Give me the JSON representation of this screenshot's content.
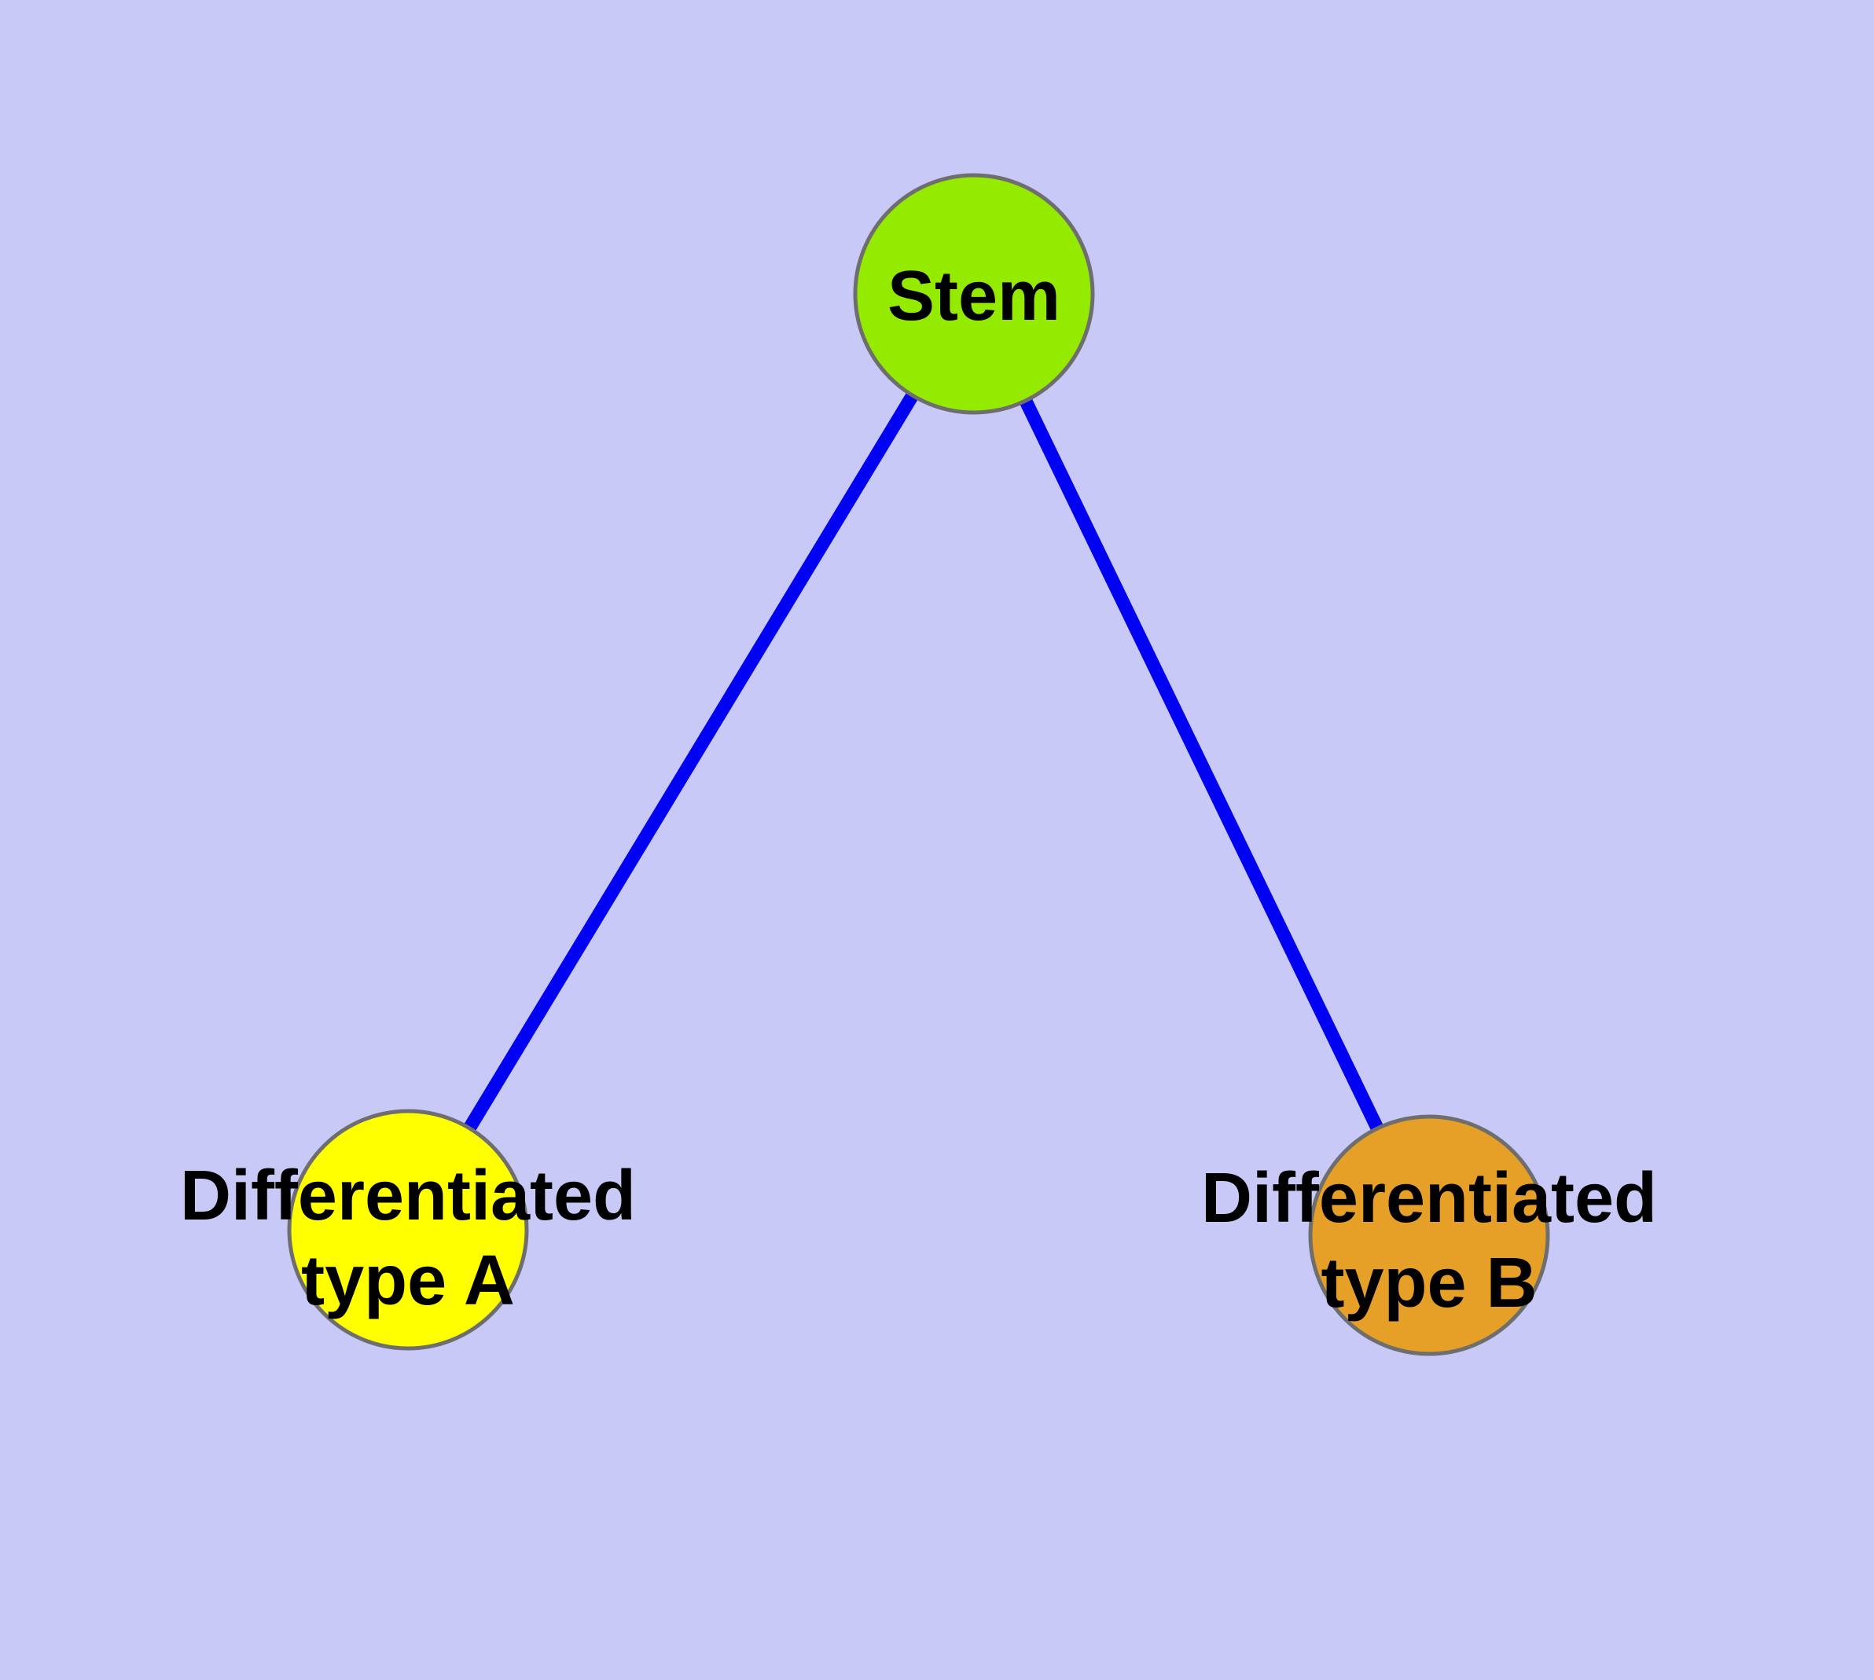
{
  "diagram": {
    "background_color": "#C9C9F7",
    "edge_color": "#0202F2",
    "node_border_color": "#6E6E6E",
    "label_color": "#000000",
    "nodes": {
      "stem": {
        "label": "Stem",
        "color": "#94EB00"
      },
      "type_a": {
        "label": "Differentiated type A",
        "line1": "Differentiated",
        "line2": "type A",
        "color": "#FFFF00"
      },
      "type_b": {
        "label": "Differentiated type B",
        "line1": "Differentiated",
        "line2": "type B",
        "color": "#E6A028"
      }
    },
    "edges": [
      {
        "from": "Stem",
        "to": "Differentiated type A"
      },
      {
        "from": "Stem",
        "to": "Differentiated type B"
      }
    ]
  }
}
